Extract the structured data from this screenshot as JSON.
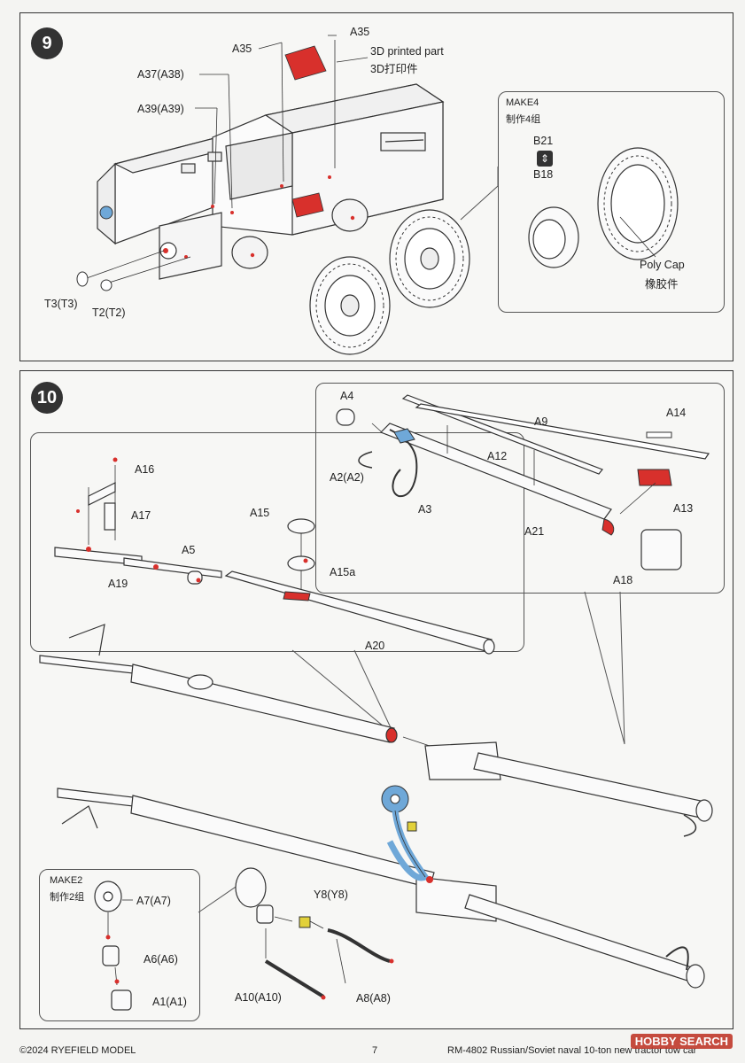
{
  "step9": {
    "number": "9",
    "labels": {
      "a35_left": "A35",
      "a35_right": "A35",
      "printed_en": "3D printed part",
      "printed_cn": "3D打印件",
      "a37": "A37(A38)",
      "a39": "A39(A39)",
      "t3": "T3(T3)",
      "t2": "T2(T2)"
    },
    "make": {
      "title": "MAKE4",
      "title_cn": "制作4组",
      "b21": "B21",
      "b18": "B18",
      "polycap_en": "Poly Cap",
      "polycap_cn": "橡胶件"
    }
  },
  "step10": {
    "number": "10",
    "labels": {
      "a4": "A4",
      "a9": "A9",
      "a14": "A14",
      "a12": "A12",
      "a2": "A2(A2)",
      "a3": "A3",
      "a13": "A13",
      "a21": "A21",
      "a18": "A18",
      "a16": "A16",
      "a17": "A17",
      "a15": "A15",
      "a5": "A5",
      "a15a": "A15a",
      "a19": "A19",
      "a20": "A20",
      "y8": "Y8(Y8)",
      "a10": "A10(A10)",
      "a8": "A8(A8)"
    },
    "make": {
      "title": "MAKE2",
      "title_cn": "制作2组",
      "a7": "A7(A7)",
      "a6": "A6(A6)",
      "a1": "A1(A1)"
    }
  },
  "footer": {
    "copyright": "©2024 RYEFIELD MODEL",
    "page": "7",
    "product": "RM-4802 Russian/Soviet naval 10-ton new tractor tow car",
    "watermark": "HOBBY SEARCH"
  },
  "colors": {
    "highlight_red": "#d8302c",
    "highlight_blue": "#6fa8d8",
    "line": "#333333"
  }
}
